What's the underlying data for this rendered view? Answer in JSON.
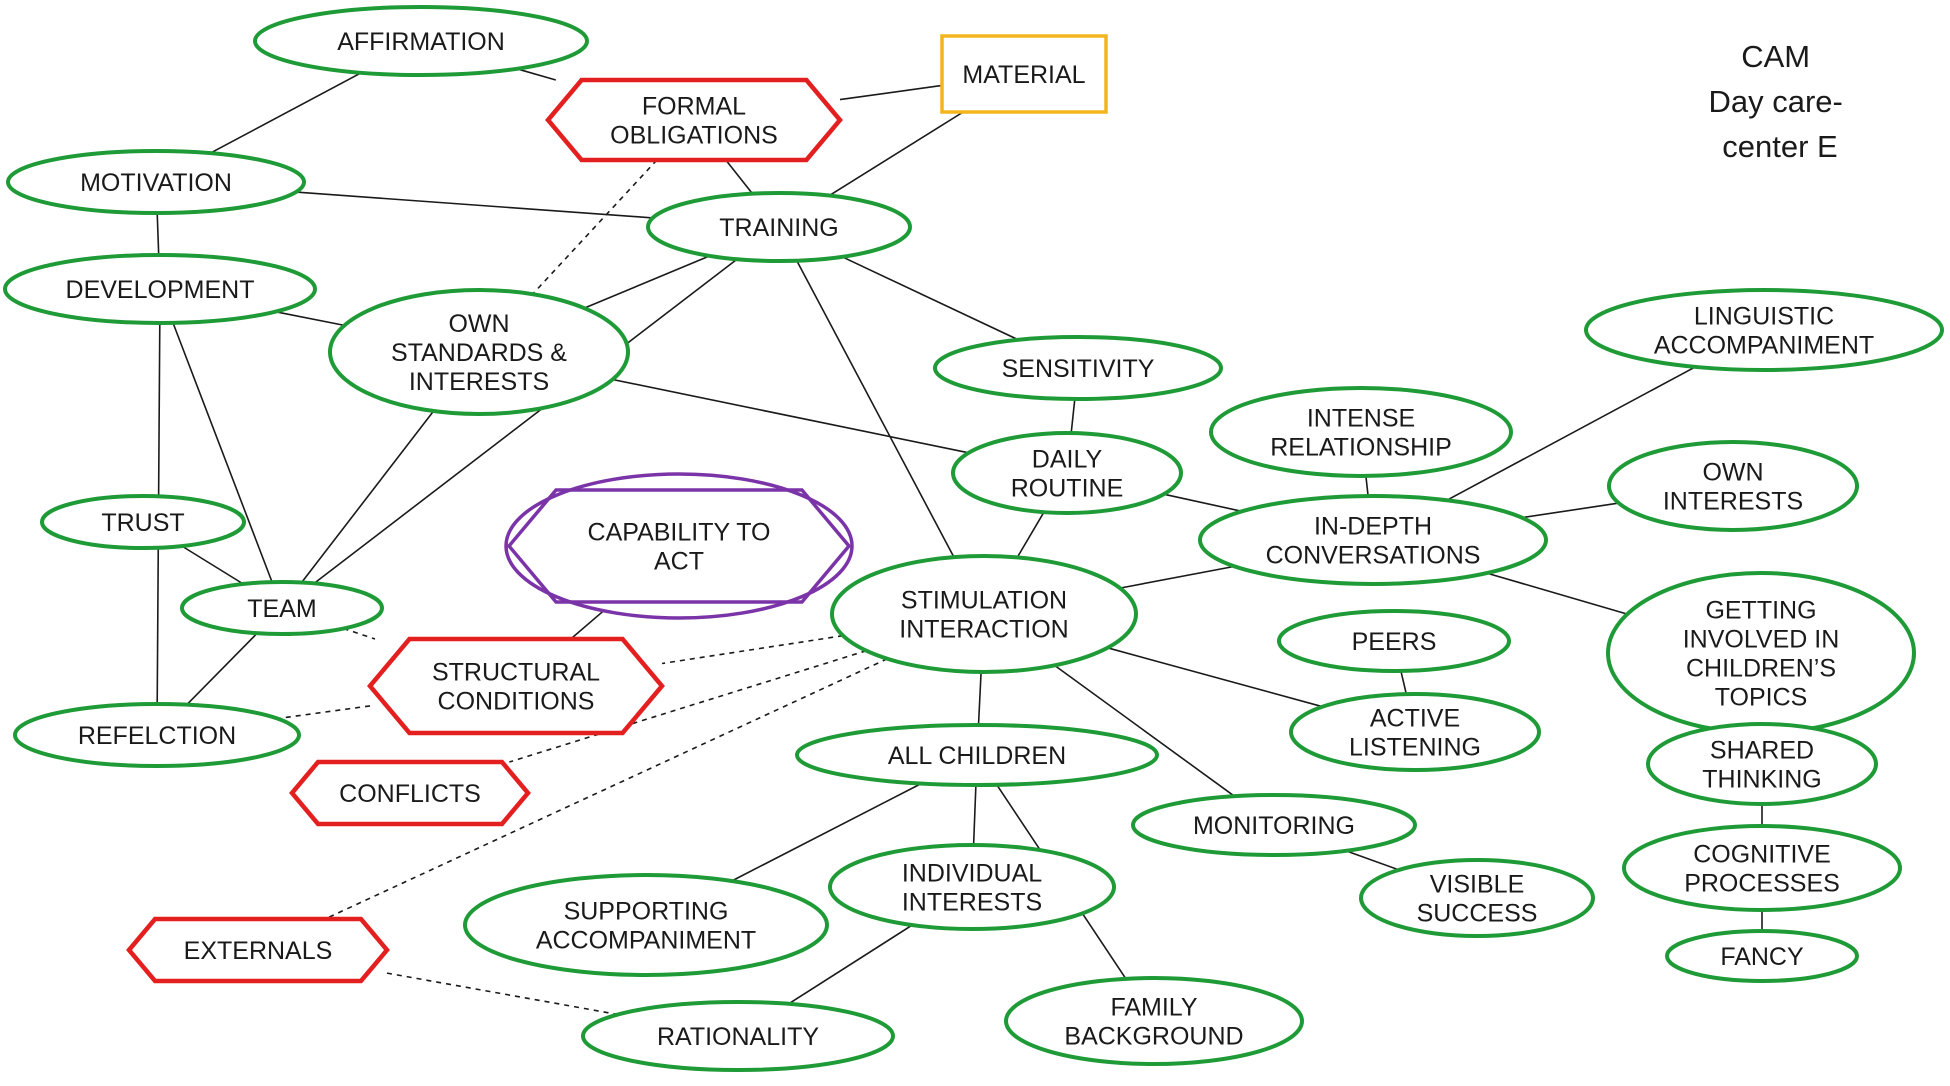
{
  "title": {
    "lines": [
      "CAM",
      "Day care-",
      "center E"
    ]
  },
  "colors": {
    "positive": "#1e9a36",
    "negative": "#e3201f",
    "neutral": "#f2b51f",
    "ambivalent": "#7b34a8",
    "edge": "#1a1a1a"
  },
  "legend_shapes": {
    "positive": "ellipse",
    "negative": "hexagon",
    "neutral": "rectangle",
    "ambivalent": "hexagon-in-ellipse"
  },
  "nodes": {
    "affirmation": {
      "lines": [
        "AFFIRMATION"
      ],
      "valence": "positive"
    },
    "formal_obligations": {
      "lines": [
        "FORMAL",
        "OBLIGATIONS"
      ],
      "valence": "negative"
    },
    "material": {
      "lines": [
        "MATERIAL"
      ],
      "valence": "neutral"
    },
    "motivation": {
      "lines": [
        "MOTIVATION"
      ],
      "valence": "positive"
    },
    "training": {
      "lines": [
        "TRAINING"
      ],
      "valence": "positive"
    },
    "development": {
      "lines": [
        "DEVELOPMENT"
      ],
      "valence": "positive"
    },
    "own_standards": {
      "lines": [
        "OWN",
        "STANDARDS &",
        "INTERESTS"
      ],
      "valence": "positive"
    },
    "sensitivity": {
      "lines": [
        "SENSITIVITY"
      ],
      "valence": "positive"
    },
    "linguistic_accompaniment": {
      "lines": [
        "LINGUISTIC",
        "ACCOMPANIMENT"
      ],
      "valence": "positive"
    },
    "intense_relationship": {
      "lines": [
        "INTENSE",
        "RELATIONSHIP"
      ],
      "valence": "positive"
    },
    "daily_routine": {
      "lines": [
        "DAILY",
        "ROUTINE"
      ],
      "valence": "positive"
    },
    "own_interests": {
      "lines": [
        "OWN",
        "INTERESTS"
      ],
      "valence": "positive"
    },
    "trust": {
      "lines": [
        "TRUST"
      ],
      "valence": "positive"
    },
    "capability_to_act": {
      "lines": [
        "CAPABILITY TO",
        "ACT"
      ],
      "valence": "ambivalent"
    },
    "in_depth_conversations": {
      "lines": [
        "IN-DEPTH",
        "CONVERSATIONS"
      ],
      "valence": "positive"
    },
    "team": {
      "lines": [
        "TEAM"
      ],
      "valence": "positive"
    },
    "stimulation_interaction": {
      "lines": [
        "STIMULATION",
        "INTERACTION"
      ],
      "valence": "positive"
    },
    "getting_involved": {
      "lines": [
        "GETTING",
        "INVOLVED IN",
        "CHILDREN’S",
        "TOPICS"
      ],
      "valence": "positive"
    },
    "peers": {
      "lines": [
        "PEERS"
      ],
      "valence": "positive"
    },
    "structural_conditions": {
      "lines": [
        "STRUCTURAL",
        "CONDITIONS"
      ],
      "valence": "negative"
    },
    "active_listening": {
      "lines": [
        "ACTIVE",
        "LISTENING"
      ],
      "valence": "positive"
    },
    "refelction": {
      "lines": [
        "REFELCTION"
      ],
      "valence": "positive"
    },
    "shared_thinking": {
      "lines": [
        "SHARED",
        "THINKING"
      ],
      "valence": "positive"
    },
    "all_children": {
      "lines": [
        "ALL CHILDREN"
      ],
      "valence": "positive"
    },
    "conflicts": {
      "lines": [
        "CONFLICTS"
      ],
      "valence": "negative"
    },
    "monitoring": {
      "lines": [
        "MONITORING"
      ],
      "valence": "positive"
    },
    "cognitive_processes": {
      "lines": [
        "COGNITIVE",
        "PROCESSES"
      ],
      "valence": "positive"
    },
    "individual_interests": {
      "lines": [
        "INDIVIDUAL",
        "INTERESTS"
      ],
      "valence": "positive"
    },
    "visible_success": {
      "lines": [
        "VISIBLE",
        "SUCCESS"
      ],
      "valence": "positive"
    },
    "supporting_accompaniment": {
      "lines": [
        "SUPPORTING",
        "ACCOMPANIMENT"
      ],
      "valence": "positive"
    },
    "externals": {
      "lines": [
        "EXTERNALS"
      ],
      "valence": "negative"
    },
    "fancy": {
      "lines": [
        "FANCY"
      ],
      "valence": "positive"
    },
    "family_background": {
      "lines": [
        "FAMILY",
        "BACKGROUND"
      ],
      "valence": "positive"
    },
    "rationality": {
      "lines": [
        "RATIONALITY"
      ],
      "valence": "positive"
    }
  },
  "edges": [
    {
      "from": "affirmation",
      "to": "motivation",
      "style": "solid"
    },
    {
      "from": "affirmation",
      "to": "formal_obligations",
      "style": "solid"
    },
    {
      "from": "formal_obligations",
      "to": "material",
      "style": "solid"
    },
    {
      "from": "formal_obligations",
      "to": "training",
      "style": "solid"
    },
    {
      "from": "formal_obligations",
      "to": "own_standards",
      "style": "dashed"
    },
    {
      "from": "material",
      "to": "training",
      "style": "solid"
    },
    {
      "from": "motivation",
      "to": "training",
      "style": "solid"
    },
    {
      "from": "motivation",
      "to": "development",
      "style": "solid"
    },
    {
      "from": "development",
      "to": "own_standards",
      "style": "solid"
    },
    {
      "from": "development",
      "to": "team",
      "style": "solid"
    },
    {
      "from": "development",
      "to": "refelction",
      "style": "solid"
    },
    {
      "from": "own_standards",
      "to": "training",
      "style": "solid"
    },
    {
      "from": "own_standards",
      "to": "team",
      "style": "solid"
    },
    {
      "from": "own_standards",
      "to": "daily_routine",
      "style": "solid"
    },
    {
      "from": "training",
      "to": "team",
      "style": "solid"
    },
    {
      "from": "training",
      "to": "stimulation_interaction",
      "style": "solid"
    },
    {
      "from": "training",
      "to": "sensitivity",
      "style": "solid"
    },
    {
      "from": "sensitivity",
      "to": "daily_routine",
      "style": "solid"
    },
    {
      "from": "daily_routine",
      "to": "stimulation_interaction",
      "style": "solid"
    },
    {
      "from": "daily_routine",
      "to": "in_depth_conversations",
      "style": "solid"
    },
    {
      "from": "intense_relationship",
      "to": "in_depth_conversations",
      "style": "solid"
    },
    {
      "from": "linguistic_accompaniment",
      "to": "in_depth_conversations",
      "style": "solid"
    },
    {
      "from": "own_interests",
      "to": "in_depth_conversations",
      "style": "solid"
    },
    {
      "from": "in_depth_conversations",
      "to": "getting_involved",
      "style": "solid"
    },
    {
      "from": "in_depth_conversations",
      "to": "stimulation_interaction",
      "style": "solid"
    },
    {
      "from": "getting_involved",
      "to": "shared_thinking",
      "style": "solid"
    },
    {
      "from": "shared_thinking",
      "to": "cognitive_processes",
      "style": "solid"
    },
    {
      "from": "cognitive_processes",
      "to": "fancy",
      "style": "solid"
    },
    {
      "from": "peers",
      "to": "active_listening",
      "style": "solid"
    },
    {
      "from": "stimulation_interaction",
      "to": "active_listening",
      "style": "solid"
    },
    {
      "from": "stimulation_interaction",
      "to": "all_children",
      "style": "solid"
    },
    {
      "from": "stimulation_interaction",
      "to": "monitoring",
      "style": "solid"
    },
    {
      "from": "stimulation_interaction",
      "to": "structural_conditions",
      "style": "dashed"
    },
    {
      "from": "stimulation_interaction",
      "to": "conflicts",
      "style": "dashed"
    },
    {
      "from": "stimulation_interaction",
      "to": "externals",
      "style": "dashed"
    },
    {
      "from": "monitoring",
      "to": "visible_success",
      "style": "solid"
    },
    {
      "from": "all_children",
      "to": "supporting_accompaniment",
      "style": "solid"
    },
    {
      "from": "all_children",
      "to": "individual_interests",
      "style": "solid"
    },
    {
      "from": "all_children",
      "to": "family_background",
      "style": "solid"
    },
    {
      "from": "individual_interests",
      "to": "rationality",
      "style": "solid"
    },
    {
      "from": "externals",
      "to": "rationality",
      "style": "dashed"
    },
    {
      "from": "trust",
      "to": "team",
      "style": "solid"
    },
    {
      "from": "team",
      "to": "refelction",
      "style": "solid"
    },
    {
      "from": "team",
      "to": "structural_conditions",
      "style": "dashed"
    },
    {
      "from": "structural_conditions",
      "to": "refelction",
      "style": "dashed"
    },
    {
      "from": "structural_conditions",
      "to": "capability_to_act",
      "style": "solid"
    }
  ]
}
